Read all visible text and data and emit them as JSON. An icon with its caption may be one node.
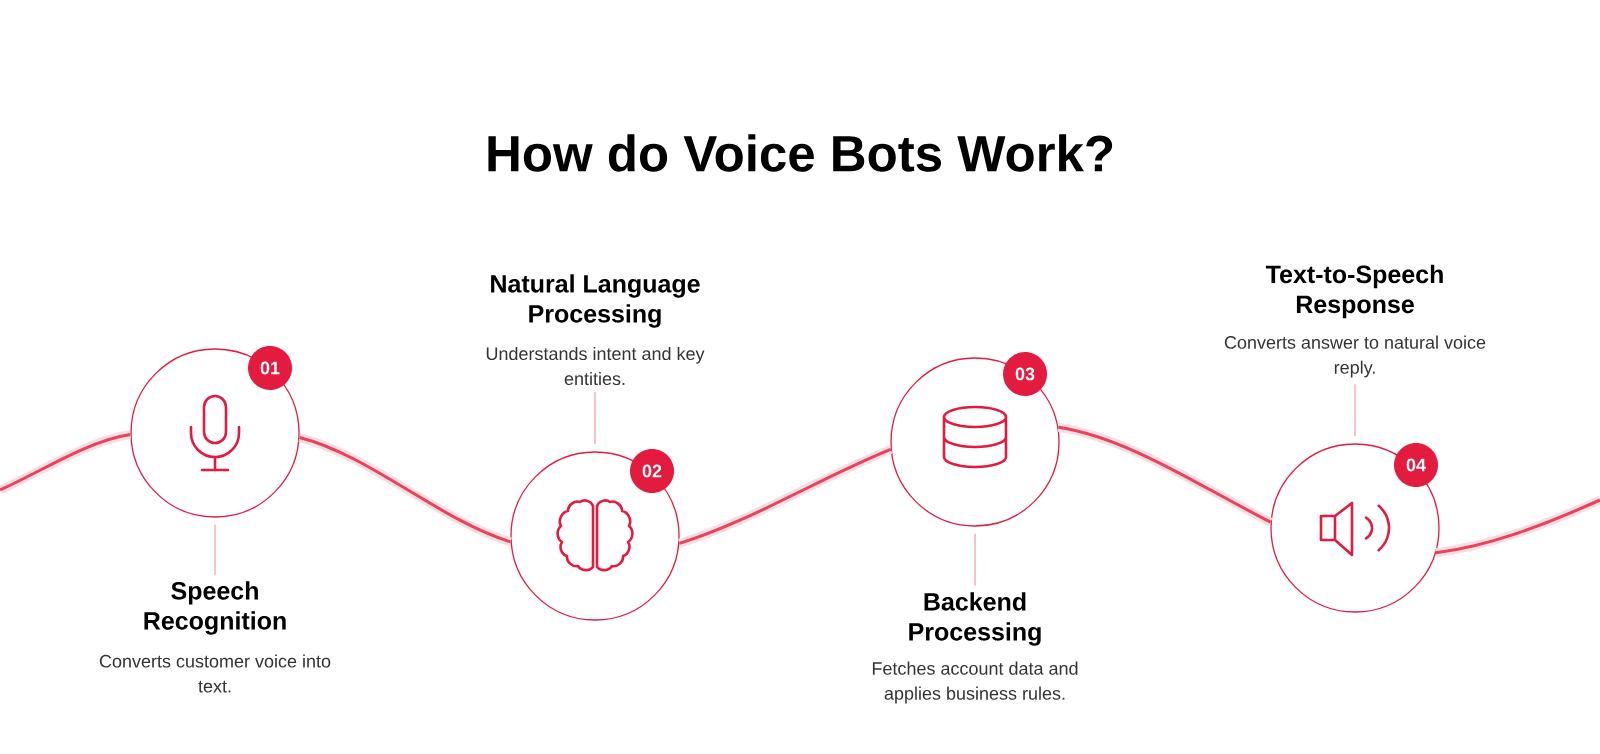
{
  "diagram": {
    "title": "How do Voice Bots Work?",
    "nodes": [
      {
        "text": [],
        "shape": "circle"
      },
      {
        "text": [
          "01"
        ]
      },
      {
        "text": [
          "Speech Recognition",
          "Converts customer voice into text."
        ]
      },
      {
        "text": [],
        "shape": "circle"
      },
      {
        "text": [
          "02"
        ]
      },
      {
        "text": [
          "Natural Language Processing",
          "Understands intent and key entities."
        ]
      },
      {
        "text": [],
        "shape": "circle"
      },
      {
        "text": [
          "03"
        ]
      },
      {
        "text": [
          "Backend Processing",
          "Fetches account data and applies business rules."
        ]
      },
      {
        "text": [],
        "shape": "circle"
      },
      {
        "text": [
          "04"
        ]
      },
      {
        "text": [
          "Text-to-Speech Response",
          "Converts answer to natural voice reply."
        ]
      }
    ],
    "edges": [
      {
        "from": null,
        "to": 0,
        "arrow": "none"
      },
      {
        "from": 0,
        "to": 2,
        "arrow": "none",
        "color": "#f29aa7"
      },
      {
        "from": 0,
        "to": 3,
        "arrow": "none"
      },
      {
        "from": 3,
        "to": 5,
        "arrow": "none",
        "color": "#f29aa7"
      },
      {
        "from": 3,
        "to": 6,
        "arrow": "none"
      },
      {
        "from": 6,
        "to": 8,
        "arrow": "none",
        "color": "#f29aa7"
      },
      {
        "from": 6,
        "to": 9,
        "arrow": "none"
      },
      {
        "from": 9,
        "to": 11,
        "arrow": "none",
        "color": "#f29aa7"
      },
      {
        "from": 9,
        "to": null,
        "arrow": "none"
      }
    ]
  }
}
